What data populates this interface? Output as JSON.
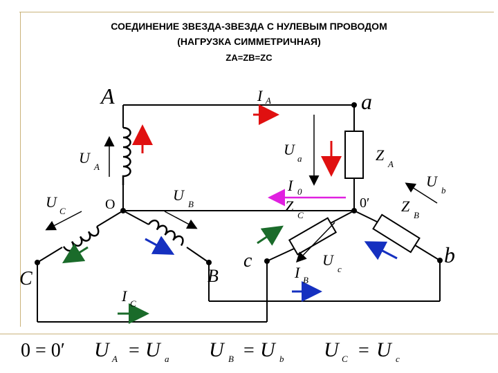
{
  "header": {
    "title_line1": "СОЕДИНЕНИЕ ЗВЕЗДА-ЗВЕЗДА С НУЛЕВЫМ ПРОВОДОМ",
    "title_line2": "(НАГРУЗКА СИММЕТРИЧНАЯ)",
    "title_line3": "ZA=ZB=ZC"
  },
  "nodes": {
    "A": "A",
    "a": "a",
    "B": "B",
    "b": "b",
    "C": "C",
    "c": "c",
    "O": "O",
    "O_prime": "0′"
  },
  "labels": {
    "IA": {
      "main": "I",
      "sub": "A"
    },
    "Ua": {
      "main": "U",
      "sub": "a"
    },
    "Za": {
      "main": "Z",
      "sub": "A"
    },
    "UA": {
      "main": "U",
      "sub": "A"
    },
    "UC": {
      "main": "U",
      "sub": "C"
    },
    "UB": {
      "main": "U",
      "sub": "B"
    },
    "I0": {
      "main": "I",
      "sub": "0"
    },
    "Zc": {
      "main": "Z",
      "sub": "C"
    },
    "Zb": {
      "main": "Z",
      "sub": "B"
    },
    "Ub": {
      "main": "U",
      "sub": "b"
    },
    "Uc": {
      "main": "U",
      "sub": "c"
    },
    "IB": {
      "main": "I",
      "sub": "B"
    },
    "IC": {
      "main": "I",
      "sub": "C"
    }
  },
  "equations": {
    "eq0": "0 = 0′",
    "eqA": {
      "left": "U",
      "lsub": "A",
      "op": "=",
      "right": "U",
      "rsub": "a"
    },
    "eqB": {
      "left": "U",
      "lsub": "B",
      "op": "=",
      "right": "U",
      "rsub": "b"
    },
    "eqC": {
      "left": "U",
      "lsub": "C",
      "op": "=",
      "right": "U",
      "rsub": "c"
    }
  },
  "colors": {
    "red": "#e01010",
    "green": "#1a6b2a",
    "blue": "#1530c0",
    "magenta": "#e020e0",
    "frame": "#c9b27a"
  }
}
